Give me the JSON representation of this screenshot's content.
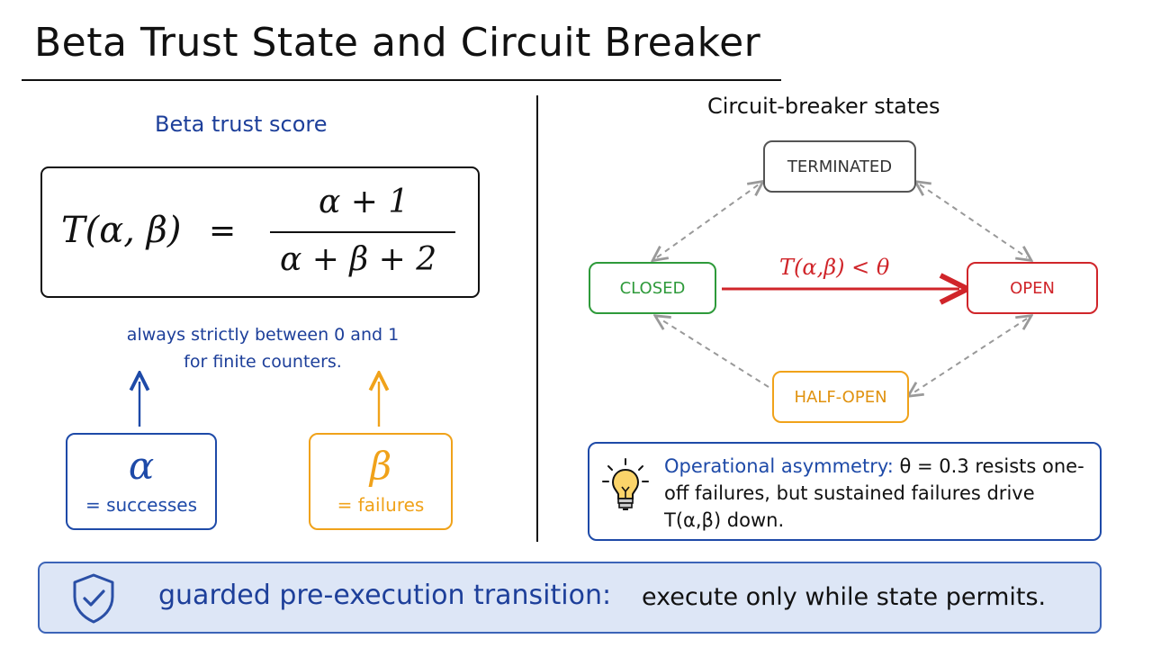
{
  "title": "Beta Trust State and Circuit Breaker",
  "left": {
    "heading": "Beta trust score",
    "formula": {
      "lhs": "T(α, β)",
      "equals": "=",
      "numerator": "α + 1",
      "denominator": "α + β + 2"
    },
    "note_line1": "always strictly between 0 and 1",
    "note_line2": "for finite counters.",
    "alpha": {
      "symbol": "α",
      "label": "= successes",
      "color": "#1e4aa8"
    },
    "beta": {
      "symbol": "β",
      "label": "= failures",
      "color": "#f0a21a"
    }
  },
  "right": {
    "heading": "Circuit-breaker states",
    "states": {
      "terminated": "TERMINATED",
      "closed": "CLOSED",
      "open": "OPEN",
      "half_open": "HALF-OPEN"
    },
    "transition_label": "T(α,β) < θ",
    "insight": {
      "lead": "Operational asymmetry:",
      "text": " θ = 0.3 resists one-off failures, but sustained failures drive T(α,β) down."
    }
  },
  "banner": {
    "lead": "guarded pre-execution transition:",
    "text": "execute only while state permits."
  },
  "icons": [
    "shield-check-icon",
    "lightbulb-icon"
  ],
  "colors": {
    "blue": "#1e4aa8",
    "orange": "#f0a21a",
    "green": "#2e9a3a",
    "red": "#d0252a",
    "gray": "#999999"
  }
}
